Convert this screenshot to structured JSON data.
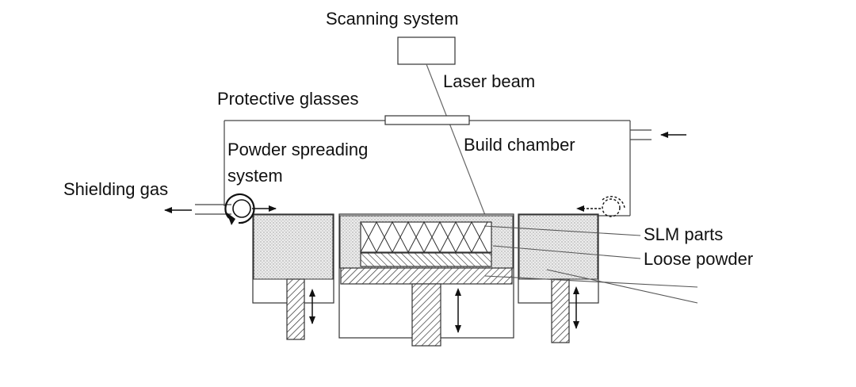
{
  "labels": {
    "scanning_system": "Scanning system",
    "laser_beam": "Laser beam",
    "protective_glasses": "Protective glasses",
    "build_chamber": "Build chamber",
    "powder_spreading_line1": "Powder spreading",
    "powder_spreading_line2": "system",
    "shielding_gas": "Shielding gas",
    "slm_parts": "SLM parts",
    "loose_powder": "Loose powder"
  },
  "colors": {
    "line": "#222222",
    "powder_fill": "#e4e4e4",
    "background": "#ffffff"
  }
}
